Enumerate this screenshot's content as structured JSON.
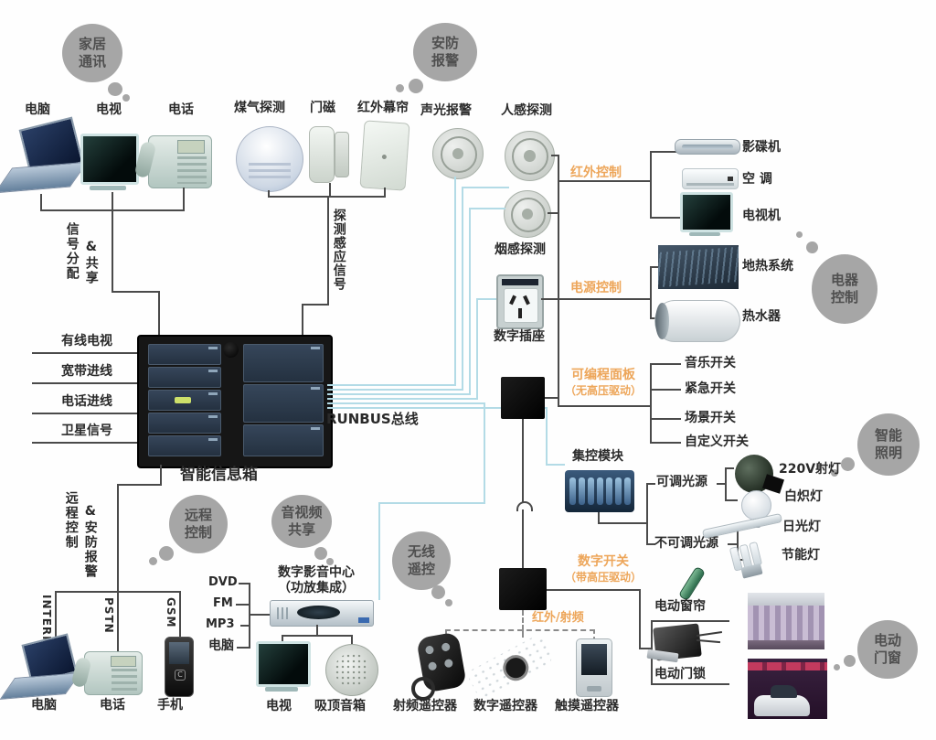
{
  "colors": {
    "accent_orange": "#eda65a",
    "bus_blue": "#b3dbe6",
    "line_dark": "#4a4a4a",
    "bubble_gray": "#a6a6a6"
  },
  "bubbles": {
    "home_comm": [
      "家居",
      "通讯"
    ],
    "security_alarm": [
      "安防",
      "报警"
    ],
    "appliance_control": [
      "电器",
      "控制"
    ],
    "smart_lighting": [
      "智能",
      "照明"
    ],
    "remote_control": [
      "远程",
      "控制"
    ],
    "av_sharing": [
      "音视频",
      "共享"
    ],
    "wireless_remote": [
      "无线",
      "遥控"
    ],
    "motor_doors": [
      "电动",
      "门窗"
    ]
  },
  "top_left": {
    "pc": "电脑",
    "tv": "电视",
    "phone": "电话",
    "signal_col1": "信号分配",
    "signal_col2": "&共享"
  },
  "sensors": {
    "gas": "煤气探测",
    "door_magnet": "门磁",
    "ir_curtain": "红外幕帘",
    "sound_light": "声光报警",
    "human": "人感探测",
    "smoke": "烟感探测",
    "detect_signal": "探测感应信号"
  },
  "ir_group": {
    "label": "红外控制",
    "dvd_player": "影碟机",
    "ac": "空 调",
    "tv_set": "电视机"
  },
  "power_group": {
    "label": "电源控制",
    "socket": "数字插座",
    "floor_heating": "地热系统",
    "water_heater": "热水器"
  },
  "inputs": [
    "有线电视",
    "宽带进线",
    "电话进线",
    "卫星信号"
  ],
  "info_box": {
    "label": "智能信息箱",
    "bus": "RUNBUS总线"
  },
  "panel_group": {
    "line1": "可编程面板",
    "line2": "（无高压驱动）",
    "switches": [
      "音乐开关",
      "紧急开关",
      "场景开关",
      "自定义开关"
    ]
  },
  "lighting": {
    "module": "集控模块",
    "dimmable": "可调光源",
    "non_dimmable": "不可调光源",
    "spot": "220V射灯",
    "incandescent": "白炽灯",
    "fluorescent": "日光灯",
    "energy_saving": "节能灯",
    "digital_line1": "数字开关",
    "digital_line2": "（带高压驱动）"
  },
  "remote_area": {
    "col1": "远程控制",
    "col2": "&安防报警",
    "internet": "INTERNET",
    "pstn": "PSTN",
    "gsm": "GSM",
    "pc": "电脑",
    "phone": "电话",
    "mobile": "手机"
  },
  "av": {
    "title1": "数字影音中心",
    "title2": "（功放集成）",
    "sources": [
      "DVD",
      "FM",
      "MP3",
      "电脑"
    ],
    "tv": "电视",
    "speaker": "吸顶音箱"
  },
  "wireless": {
    "label": "红外/射频",
    "rf_remote": "射频遥控器",
    "digital_remote": "数字遥控器",
    "touch_remote": "触摸遥控器"
  },
  "motor": {
    "curtain": "电动窗帘",
    "lock": "电动门锁"
  }
}
